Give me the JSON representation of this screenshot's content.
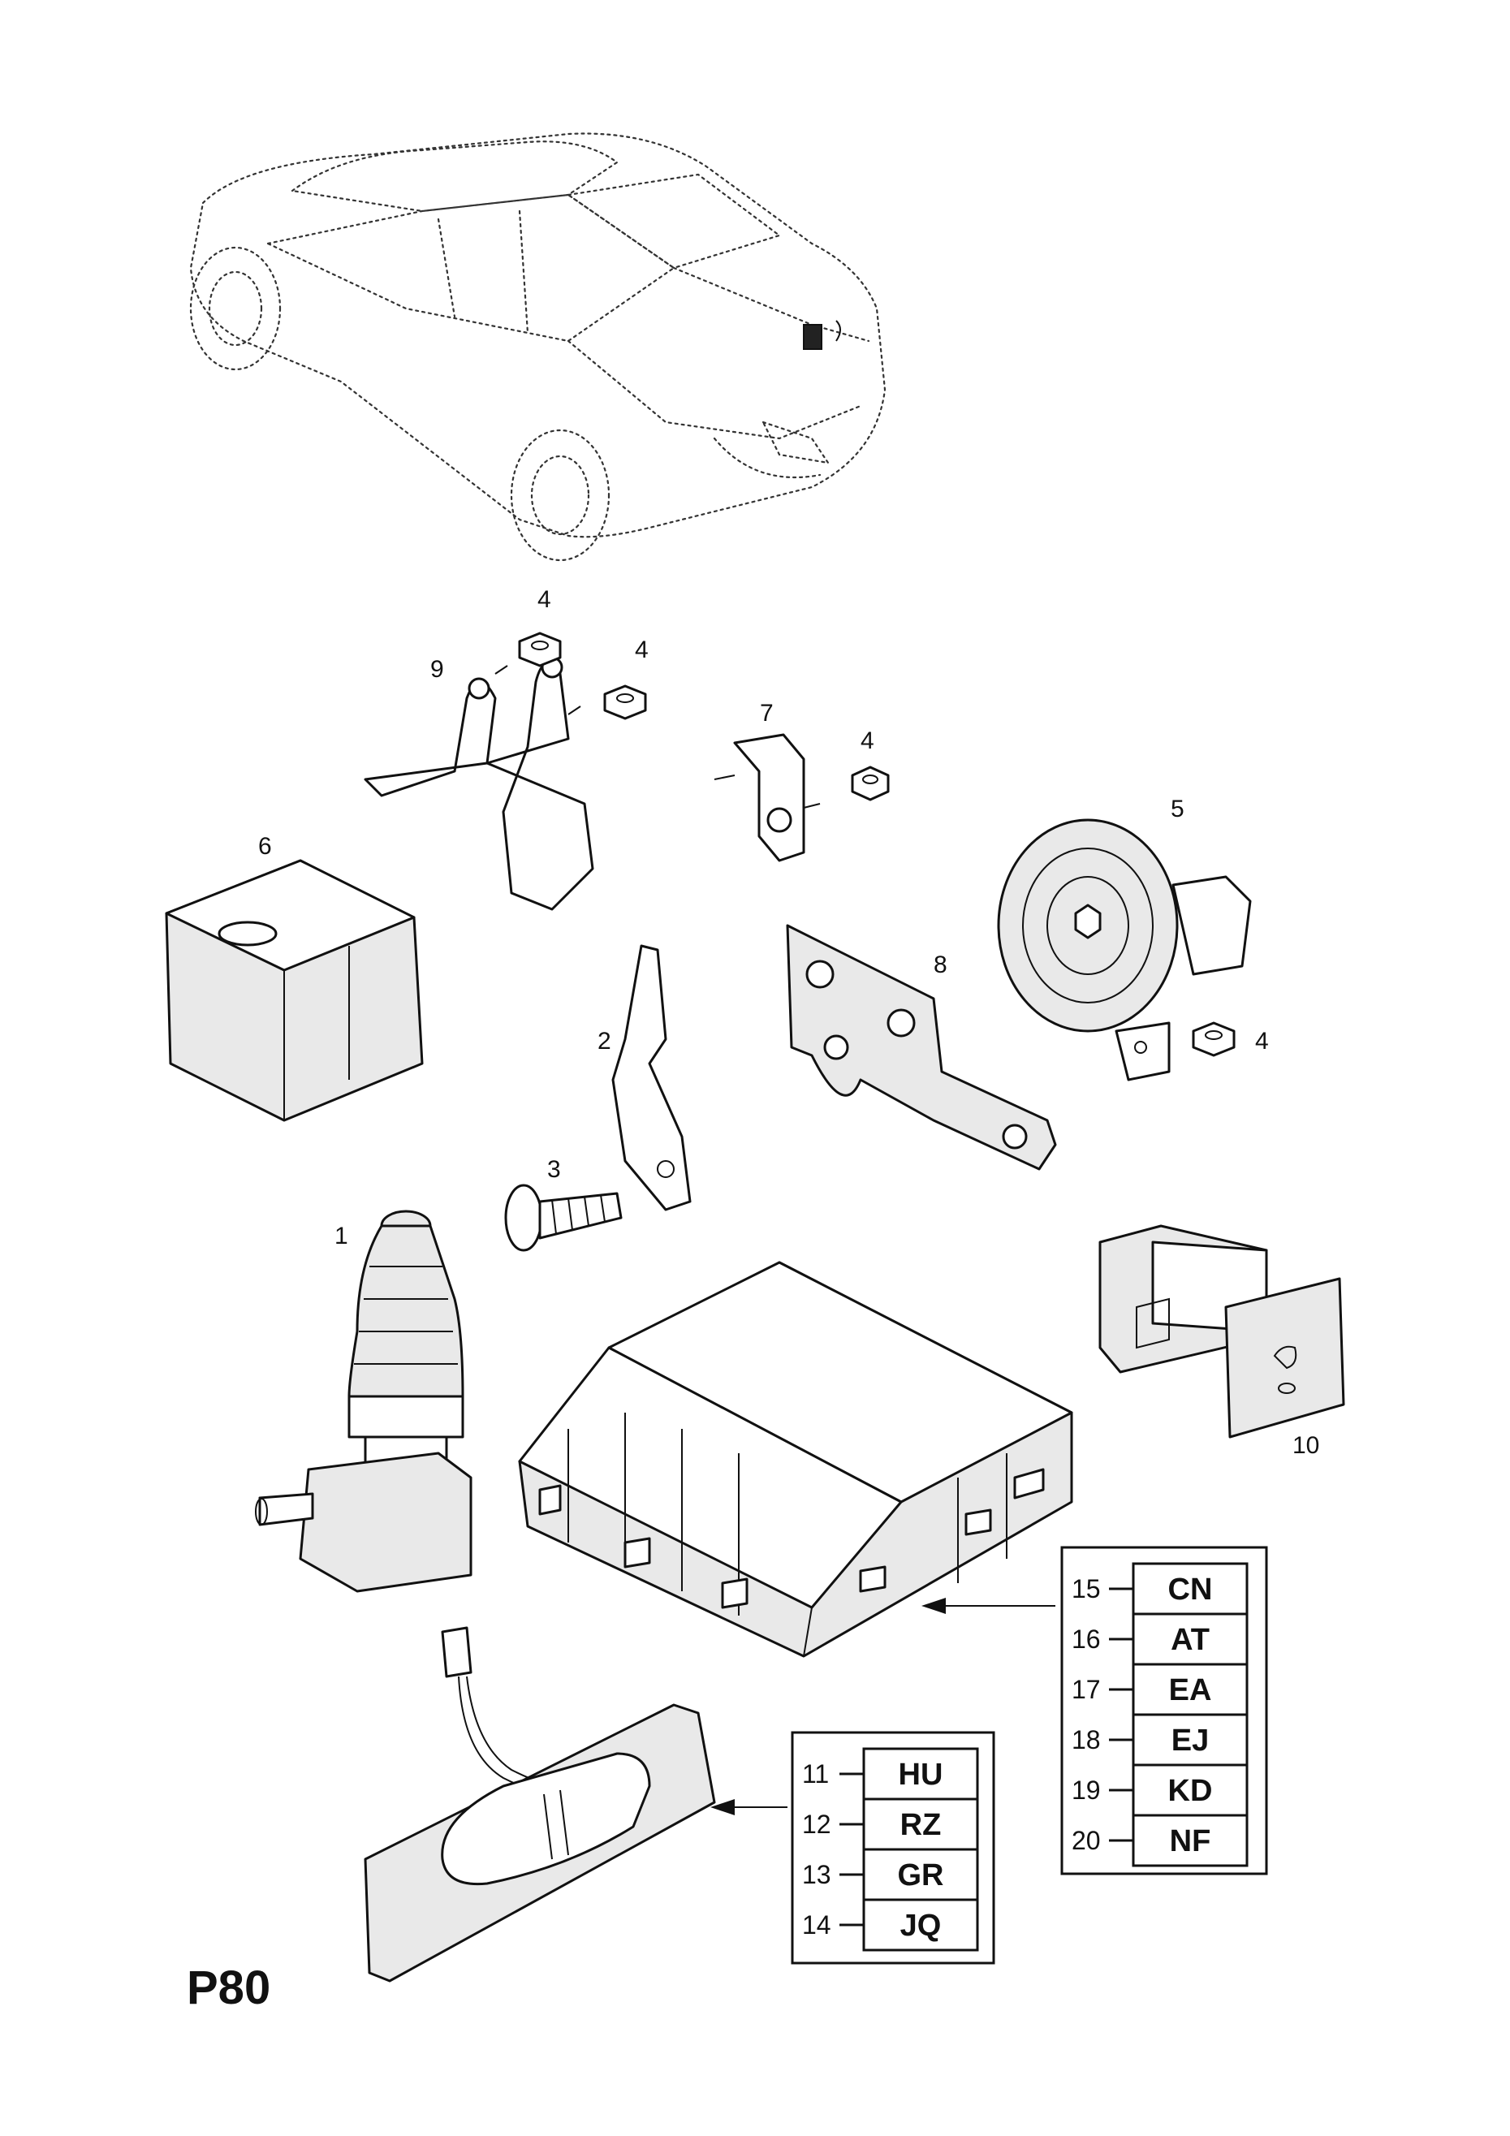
{
  "page_code": "P80",
  "callouts": {
    "c1": "1",
    "c2": "2",
    "c3": "3",
    "c4a": "4",
    "c4b": "4",
    "c4c": "4",
    "c4d": "4",
    "c5": "5",
    "c6": "6",
    "c7": "7",
    "c8": "8",
    "c9": "9",
    "c10": "10"
  },
  "code_table_a": {
    "rows": [
      {
        "num": "15",
        "code": "CN"
      },
      {
        "num": "16",
        "code": "AT"
      },
      {
        "num": "17",
        "code": "EA"
      },
      {
        "num": "18",
        "code": "EJ"
      },
      {
        "num": "19",
        "code": "KD"
      },
      {
        "num": "20",
        "code": "NF"
      }
    ]
  },
  "code_table_b": {
    "rows": [
      {
        "num": "11",
        "code": "HU"
      },
      {
        "num": "12",
        "code": "RZ"
      },
      {
        "num": "13",
        "code": "GR"
      },
      {
        "num": "14",
        "code": "JQ"
      }
    ]
  }
}
